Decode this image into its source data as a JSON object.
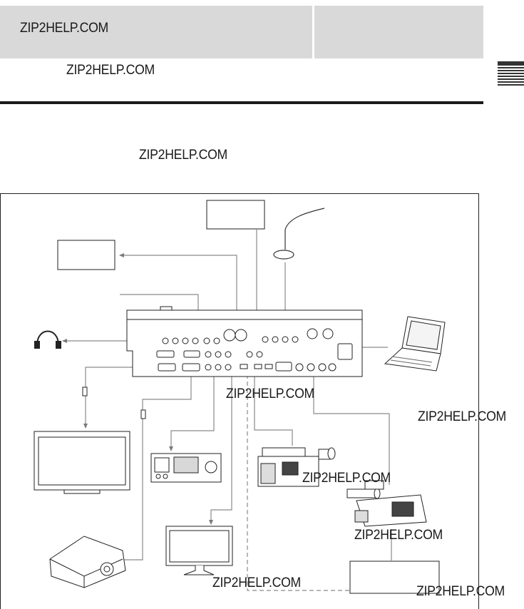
{
  "watermarks": [
    "ZIP2HELP.COM",
    "ZIP2HELP.COM",
    "ZIP2HELP.COM",
    "ZIP2HELP.COM",
    "ZIP2HELP.COM",
    "ZIP2HELP.COM",
    "ZIP2HELP.COM",
    "ZIP2HELP.COM",
    "ZIP2HELP.COM"
  ],
  "icons": {
    "headphones": "headphones-icon",
    "laptop": "laptop-icon",
    "microphone": "microphone-icon",
    "camcorder": "camcorder-icon",
    "camera": "camera-icon",
    "monitor": "monitor-icon",
    "projector": "projector-icon",
    "recorder": "recorder-icon",
    "switcher": "switcher-rear-panel-icon"
  },
  "colors": {
    "header_bg": "#d9d9d9",
    "rule": "#1a1a1a",
    "cable": "#8a8a8a"
  }
}
